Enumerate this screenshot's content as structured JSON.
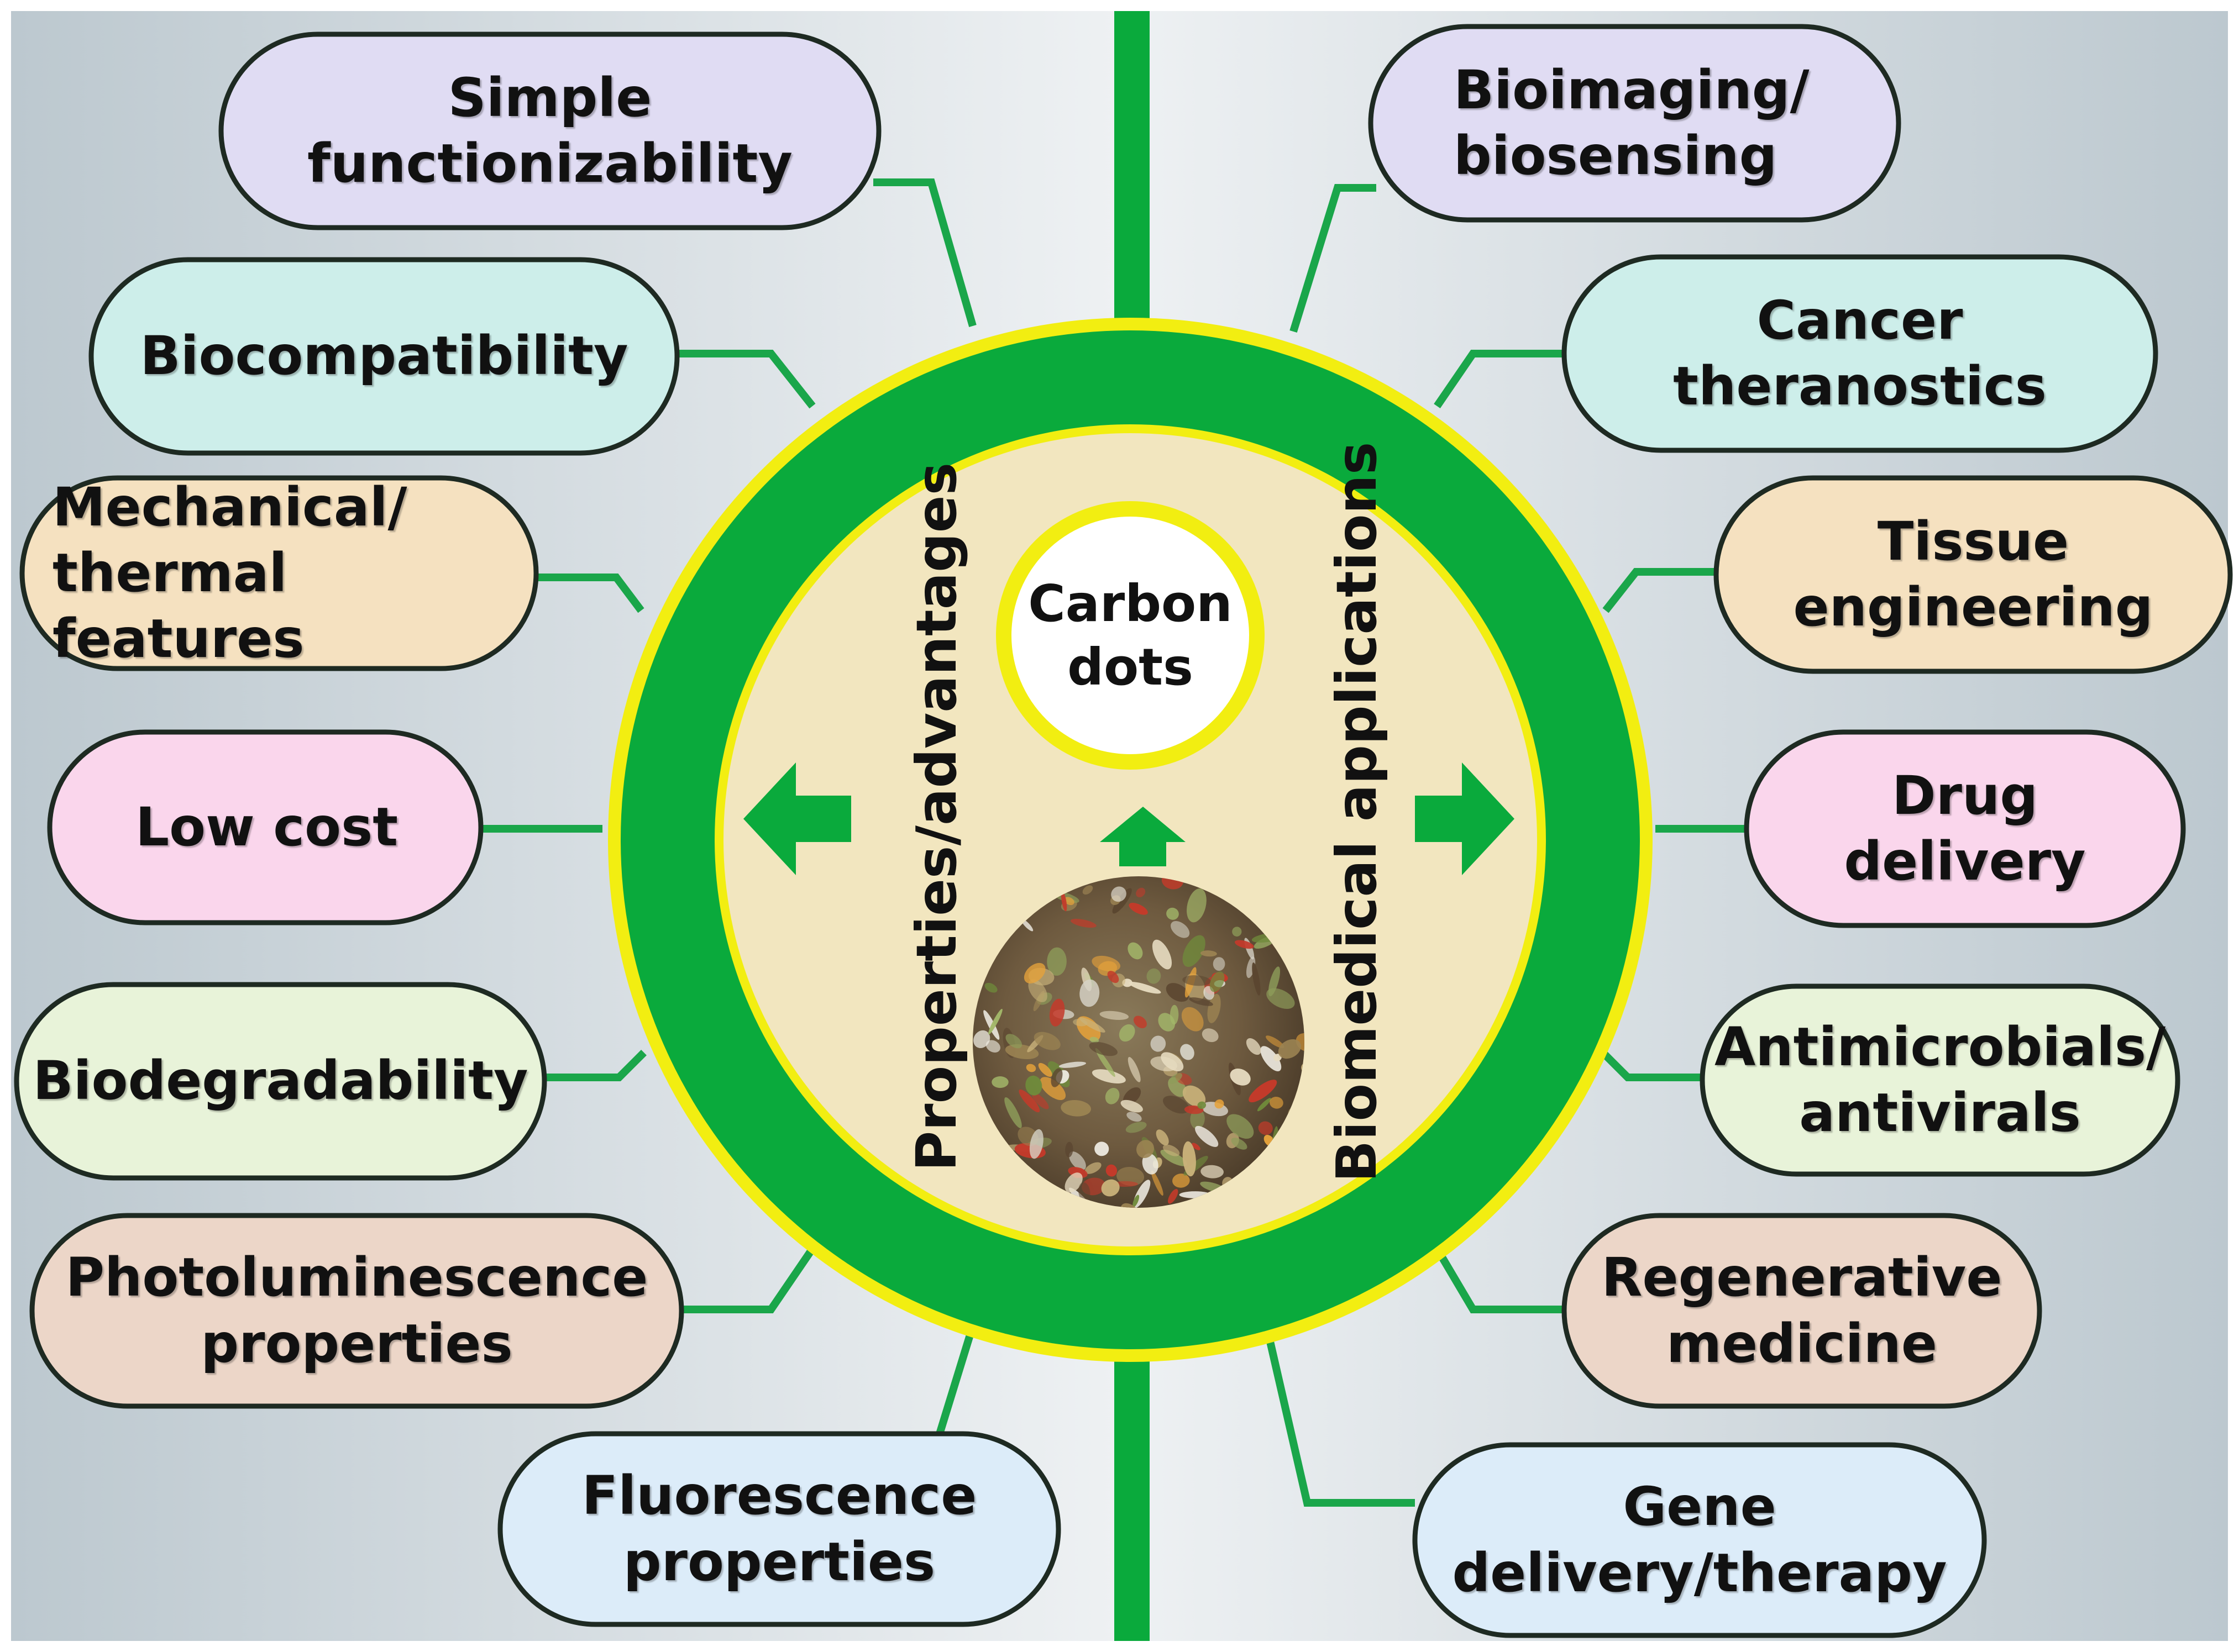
{
  "center": {
    "label": "Carbon\ndots",
    "left_axis_label": "Properties/advantages",
    "right_axis_label": "Biomedical applications"
  },
  "properties": [
    {
      "label": "Simple\nfunctionizability",
      "fill": "#e0dcf3"
    },
    {
      "label": "Biocompatibility",
      "fill": "#cdeeea"
    },
    {
      "label": "Mechanical/\nthermal features",
      "fill": "#f5e1c0"
    },
    {
      "label": "Low cost",
      "fill": "#fad6ec"
    },
    {
      "label": "Biodegradability",
      "fill": "#e8f3d9"
    },
    {
      "label": "Photoluminescence\nproperties",
      "fill": "#ecd6c8"
    },
    {
      "label": "Fluorescence\nproperties",
      "fill": "#dcecf9"
    }
  ],
  "applications": [
    {
      "label": "Bioimaging/\nbiosensing",
      "fill": "#e0dcf3"
    },
    {
      "label": "Cancer\ntheranostics",
      "fill": "#cdeeea"
    },
    {
      "label": "Tissue\nengineering",
      "fill": "#f5e1c0"
    },
    {
      "label": "Drug\ndelivery",
      "fill": "#fad6ec"
    },
    {
      "label": "Antimicrobials/\nantivirals",
      "fill": "#e8f3d9"
    },
    {
      "label": "Regenerative\nmedicine",
      "fill": "#ecd6c8"
    },
    {
      "label": "Gene\ndelivery/therapy",
      "fill": "#dcecf9"
    }
  ],
  "colors": {
    "ring_green": "#0aaa3c",
    "ring_yellow": "#f2ee11",
    "inner_fill": "#f2e6bf",
    "connector": "#1aa64a",
    "pill_stroke": "#1e2a22"
  }
}
